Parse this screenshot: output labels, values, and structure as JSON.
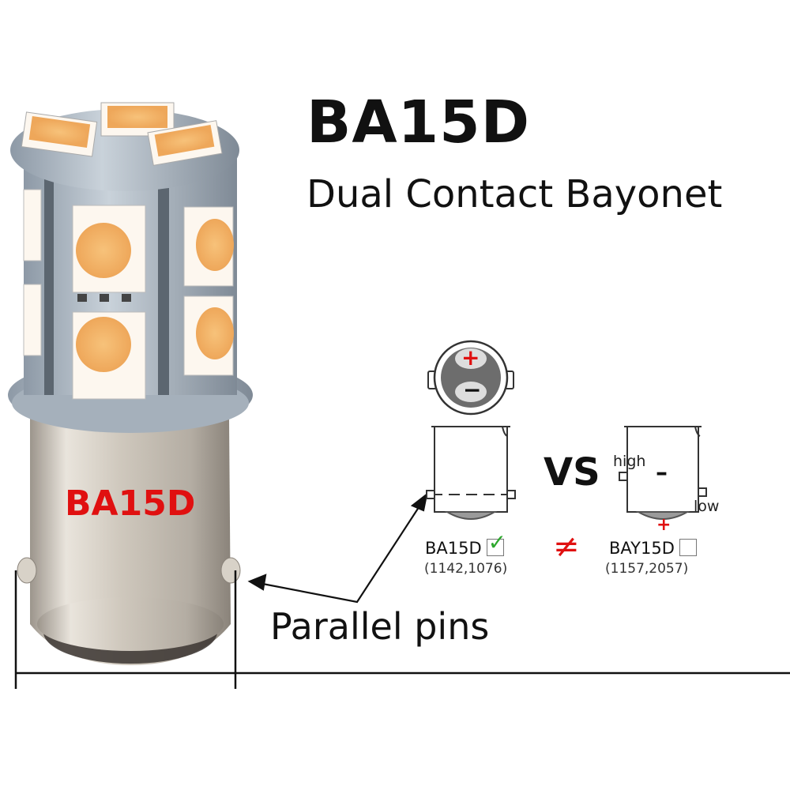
{
  "heading": {
    "title": "BA15D",
    "subtitle": "Dual Contact Bayonet"
  },
  "bulb": {
    "base_label": "BA15D",
    "base_label_color": "#e01010",
    "led_color": "#f5b865"
  },
  "annotation": {
    "parallel_pins": "Parallel pins"
  },
  "comparison": {
    "vs": "VS",
    "not_equal": "≠",
    "left": {
      "name": "BA15D",
      "codes": "(1142,1076)",
      "checked": true,
      "socket_plus": "+",
      "socket_minus": "−"
    },
    "right": {
      "name": "BAY15D",
      "codes": "(1157,2057)",
      "checked": false,
      "high": "high",
      "low": "low",
      "minus": "–",
      "plus": "+"
    },
    "accent_red": "#e01010",
    "check_green": "#2ea82e"
  }
}
